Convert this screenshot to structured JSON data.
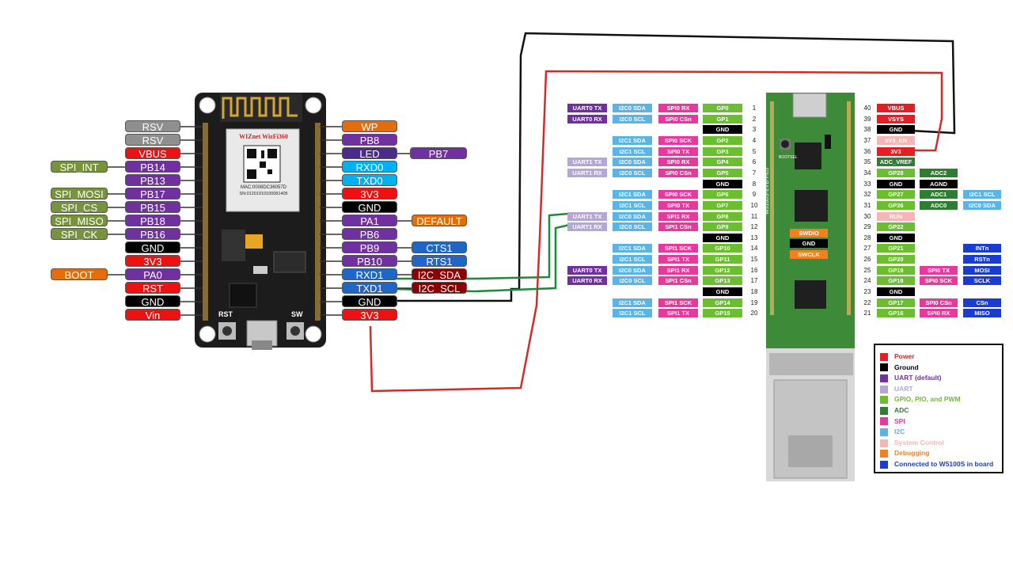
{
  "wifi_module": {
    "logo_text": "WIZnet WizFi360",
    "mac_text": "MAC:0008DC36057D",
    "sn_text": "SN:01201910100081405",
    "rst_label": "RST",
    "sw_label": "SW",
    "left_pins": [
      "RSV",
      "RSV",
      "VBUS",
      "PB14",
      "PB13",
      "PB17",
      "PB15",
      "PB18",
      "PB16",
      "GND",
      "3V3",
      "PA0",
      "RST",
      "GND",
      "Vin"
    ],
    "right_pins": [
      "WP",
      "PB8",
      "LED",
      "RXD0",
      "TXD0",
      "3V3",
      "GND",
      "PA1",
      "PB6",
      "PB9",
      "PB10",
      "RXD1",
      "TXD1",
      "GND",
      "3V3"
    ],
    "left_extra": [
      "SPI_INT",
      "SPI_MOSI",
      "SPI_CS",
      "SPI_MISO",
      "SPI_CK",
      "BOOT"
    ],
    "right_extra": [
      "PB7",
      "DEFAULT",
      "CTS1",
      "RTS1",
      "I2C_SDA",
      "I2C_SCL"
    ]
  },
  "pico_board": {
    "board_label": "W5100S-EVB-Pico",
    "bootsel_label": "BOOTSEL",
    "swdio": "SWDIO",
    "gnd_mid": "GND",
    "swclk": "SWCLK",
    "left_rows": [
      [
        "UART0 TX",
        "I2C0 SDA",
        "SPI0 RX",
        "GP0",
        "1"
      ],
      [
        "UART0 RX",
        "I2C0 SCL",
        "SPI0 CSn",
        "GP1",
        "2"
      ],
      [
        "",
        "",
        "",
        "GND",
        "3"
      ],
      [
        "",
        "I2C1 SDA",
        "SPI0 SCK",
        "GP2",
        "4"
      ],
      [
        "",
        "I2C1 SCL",
        "SPI0 TX",
        "GP3",
        "5"
      ],
      [
        "UART1 TX",
        "I2C0 SDA",
        "SPI0 RX",
        "GP4",
        "6"
      ],
      [
        "UART1 RX",
        "I2C0 SCL",
        "SPI0 CSn",
        "GP5",
        "7"
      ],
      [
        "",
        "",
        "",
        "GND",
        "8"
      ],
      [
        "",
        "I2C1 SDA",
        "SPI0 SCK",
        "GP6",
        "9"
      ],
      [
        "",
        "I2C1 SCL",
        "SPI0 TX",
        "GP7",
        "10"
      ],
      [
        "UART1 TX",
        "I2C0 SDA",
        "SPI1 RX",
        "GP8",
        "11"
      ],
      [
        "UART1 RX",
        "I2C0 SCL",
        "SPI1 CSn",
        "GP9",
        "12"
      ],
      [
        "",
        "",
        "",
        "GND",
        "13"
      ],
      [
        "",
        "I2C1 SDA",
        "SPI1 SCK",
        "GP10",
        "14"
      ],
      [
        "",
        "I2C1 SCL",
        "SPI1 TX",
        "GP11",
        "15"
      ],
      [
        "UART0 TX",
        "I2C0 SDA",
        "SPI1 RX",
        "GP12",
        "16"
      ],
      [
        "UART0 RX",
        "I2C0 SCL",
        "SPI1 CSn",
        "GP13",
        "17"
      ],
      [
        "",
        "",
        "",
        "GND",
        "18"
      ],
      [
        "",
        "I2C1 SDA",
        "SPI1 SCK",
        "GP14",
        "19"
      ],
      [
        "",
        "I2C1 SCL",
        "SPI1 TX",
        "GP15",
        "20"
      ]
    ],
    "right_rows": [
      [
        "40",
        "VBUS",
        "",
        "",
        ""
      ],
      [
        "39",
        "VSYS",
        "",
        "",
        ""
      ],
      [
        "38",
        "GND",
        "",
        "",
        ""
      ],
      [
        "37",
        "3V3_EN",
        "",
        "",
        ""
      ],
      [
        "36",
        "3V3",
        "",
        "",
        ""
      ],
      [
        "35",
        "ADC_VREF",
        "",
        "",
        ""
      ],
      [
        "34",
        "GP28",
        "ADC2",
        "",
        ""
      ],
      [
        "33",
        "GND",
        "AGND",
        "",
        ""
      ],
      [
        "32",
        "GP27",
        "ADC1",
        "I2C1 SCL",
        ""
      ],
      [
        "31",
        "GP26",
        "ADC0",
        "I2C0 SDA",
        ""
      ],
      [
        "30",
        "RUN",
        "",
        "",
        ""
      ],
      [
        "29",
        "GP22",
        "",
        "",
        ""
      ],
      [
        "28",
        "GND",
        "",
        "",
        ""
      ],
      [
        "27",
        "GP21",
        "",
        "INTn",
        ""
      ],
      [
        "26",
        "GP20",
        "",
        "RSTn",
        ""
      ],
      [
        "25",
        "GP19",
        "SPI0 TX",
        "MOSI",
        ""
      ],
      [
        "24",
        "GP18",
        "SPI0 SCK",
        "SCLK",
        ""
      ],
      [
        "23",
        "GND",
        "",
        "",
        ""
      ],
      [
        "22",
        "GP17",
        "SPI0 CSn",
        "CSn",
        ""
      ],
      [
        "21",
        "GP16",
        "SPI0 RX",
        "MISO",
        ""
      ]
    ]
  },
  "legend": {
    "items": [
      {
        "label": "Power",
        "color": "#e31e24"
      },
      {
        "label": "Ground",
        "color": "#000000"
      },
      {
        "label": "UART  (default)",
        "color": "#7030a0"
      },
      {
        "label": "UART",
        "color": "#b4a7d6"
      },
      {
        "label": "GPIO, PIO, and PWM",
        "color": "#6abe30"
      },
      {
        "label": "ADC",
        "color": "#2e7d32"
      },
      {
        "label": "SPI",
        "color": "#e6399b"
      },
      {
        "label": "I2C",
        "color": "#5cb3e6"
      },
      {
        "label": "System Control",
        "color": "#f4b6b6"
      },
      {
        "label": "Debugging",
        "color": "#f08020"
      },
      {
        "label": "Connected to W5100S in board",
        "color": "#1a3ccf"
      }
    ]
  }
}
